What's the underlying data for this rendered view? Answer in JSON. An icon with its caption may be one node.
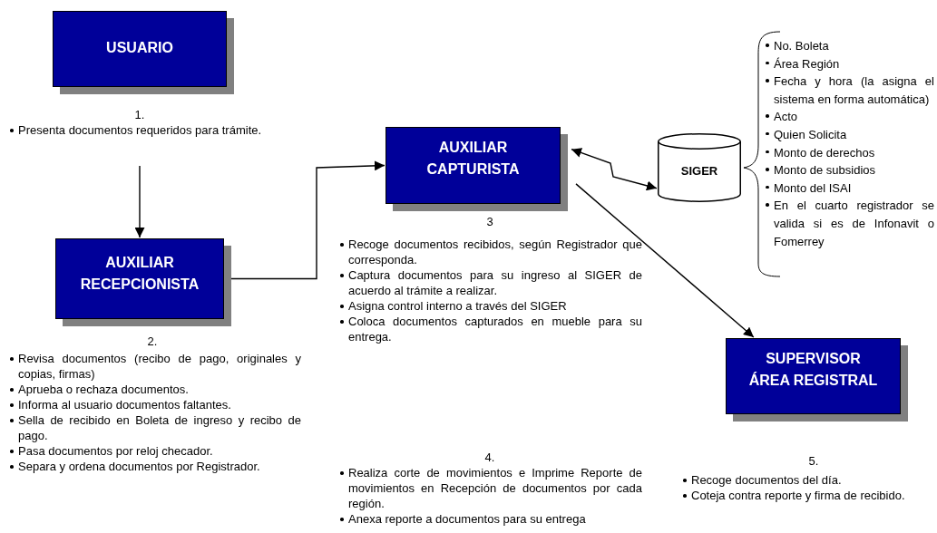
{
  "diagram": {
    "nodes": [
      {
        "text": [
          "USUARIO"
        ],
        "beside": [
          "1.",
          "Presenta documentos requeridos para trámite."
        ]
      },
      {
        "text": [
          "AUXILIAR RECEPCIONISTA"
        ],
        "beside": [
          "2.",
          "Revisa documentos (recibo de pago, originales y copias, firmas)",
          "Aprueba o rechaza documentos.",
          "Informa al usuario documentos faltantes.",
          "Sella de recibido en Boleta de ingreso y recibo de pago.",
          "Pasa documentos por reloj checador.",
          "Separa y ordena documentos por Registrador."
        ]
      },
      {
        "text": [
          "AUXILIAR CAPTURISTA"
        ],
        "beside": [
          "3",
          "Recoge documentos recibidos, según Registrador que corresponda.",
          "Captura documentos para su ingreso al SIGER de acuerdo al trámite a realizar.",
          "Asigna control interno a través del SIGER",
          "Coloca documentos capturados en mueble para su entrega."
        ]
      },
      {
        "text": [
          "SIGER"
        ],
        "beside": [
          "No. Boleta",
          "Área Región",
          "Fecha y hora (la asigna el sistema en forma automática)",
          "Acto",
          "Quien Solicita",
          "Monto de derechos",
          "Monto de subsidios",
          "Monto del ISAI",
          "En el cuarto registrador se valida si es de Infonavit o Fomerrey"
        ]
      },
      {
        "text": [
          "SUPERVISOR ÁREA REGISTRAL"
        ],
        "beside": [
          "5.",
          "Recoge documentos del día.",
          "Coteja contra reporte y firma de recibido."
        ]
      }
    ],
    "edges": [
      {
        "from": 0,
        "to": 1,
        "arrow": "to"
      },
      {
        "from": 1,
        "to": 2,
        "arrow": "to"
      },
      {
        "from": 2,
        "to": 3,
        "arrow": "both"
      },
      {
        "from": 2,
        "to": 4,
        "arrow": "to"
      }
    ],
    "labels": [
      "4.",
      "Realiza corte de movimientos e Imprime Reporte de movimientos en Recepción de documentos por cada región.",
      "Anexa reporte a documentos para su entrega"
    ]
  }
}
